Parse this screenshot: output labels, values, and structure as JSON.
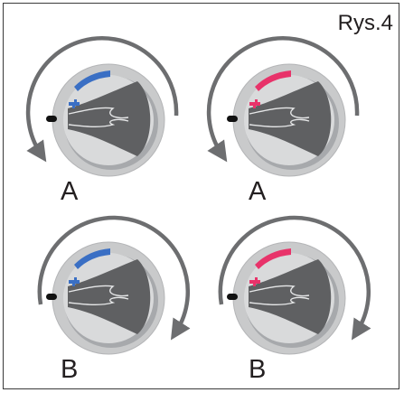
{
  "figure_label": "Rys.4",
  "colors": {
    "cold": "#3a6fc4",
    "hot": "#e8336a",
    "arrow": "#6d6e70",
    "knob_outer": "#c9cacb",
    "knob_inner": "#a7a9ac",
    "knob_face": "#d9dadb",
    "grip": "#5f6062"
  },
  "dials": [
    {
      "letter": "A",
      "temp": "cold",
      "rotation": "counterclockwise"
    },
    {
      "letter": "A",
      "temp": "hot",
      "rotation": "counterclockwise"
    },
    {
      "letter": "B",
      "temp": "cold",
      "rotation": "clockwise"
    },
    {
      "letter": "B",
      "temp": "hot",
      "rotation": "clockwise"
    }
  ]
}
